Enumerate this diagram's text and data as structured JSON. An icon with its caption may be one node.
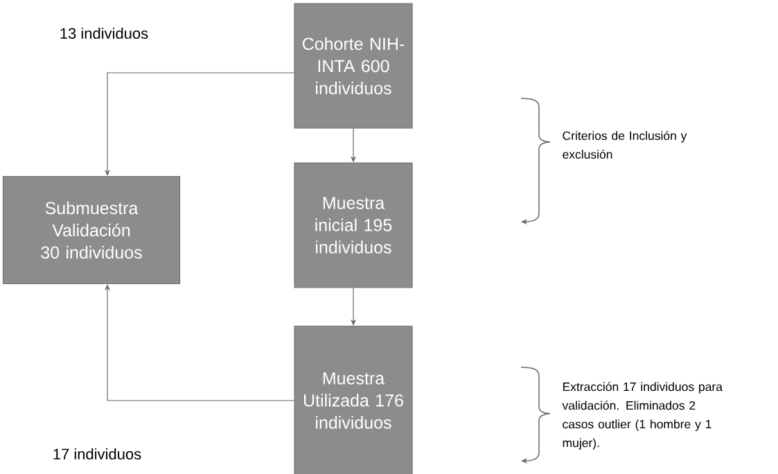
{
  "diagram": {
    "nodes": [
      {
        "text": [
          "Cohorte NIH-INTA 600 individuos"
        ]
      },
      {
        "text": [
          "Submuestra Validación 30 individuos"
        ]
      },
      {
        "text": [
          "Muestra inicial 195 individuos"
        ]
      },
      {
        "text": [
          "Muestra Utilizada 176 individuos"
        ]
      }
    ],
    "edges": [
      {
        "from": 0,
        "to": 1,
        "arrow": "to",
        "label": "13 individuos"
      },
      {
        "from": 0,
        "to": 2,
        "arrow": "to"
      },
      {
        "from": 2,
        "to": 3,
        "arrow": "to"
      },
      {
        "from": 3,
        "to": 1,
        "arrow": "to",
        "label": "17 individuos"
      }
    ],
    "labels": [
      "Criterios de Inclusión y exclusión",
      "Extracción 17 individuos para validación. Eliminados 2 casos outlier (1 hombre y 1 mujer)."
    ]
  }
}
